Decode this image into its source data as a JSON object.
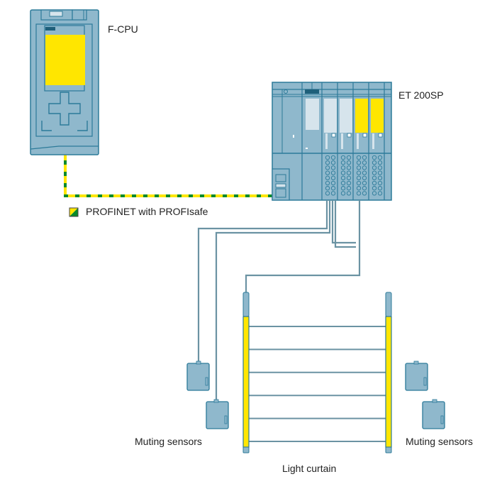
{
  "diagram": {
    "devices": {
      "cpu": {
        "label": "F-CPU"
      },
      "et200sp": {
        "label": "ET 200SP"
      },
      "light_curtain": {
        "label": "Light curtain"
      },
      "muting_left": {
        "label": "Muting sensors"
      },
      "muting_right": {
        "label": "Muting sensors"
      }
    },
    "legend": {
      "network_label": "PROFINET with PROFIsafe",
      "icon": "profisafe-legend-icon"
    },
    "colors": {
      "device_fill": "#8fb8cc",
      "device_stroke": "#2c7a99",
      "safety_yellow": "#ffe600",
      "profisafe_green": "#0a8a2a",
      "cable": "#6b93a3",
      "light_panel": "#d6e4ec"
    },
    "light_curtain_beams": 6
  }
}
